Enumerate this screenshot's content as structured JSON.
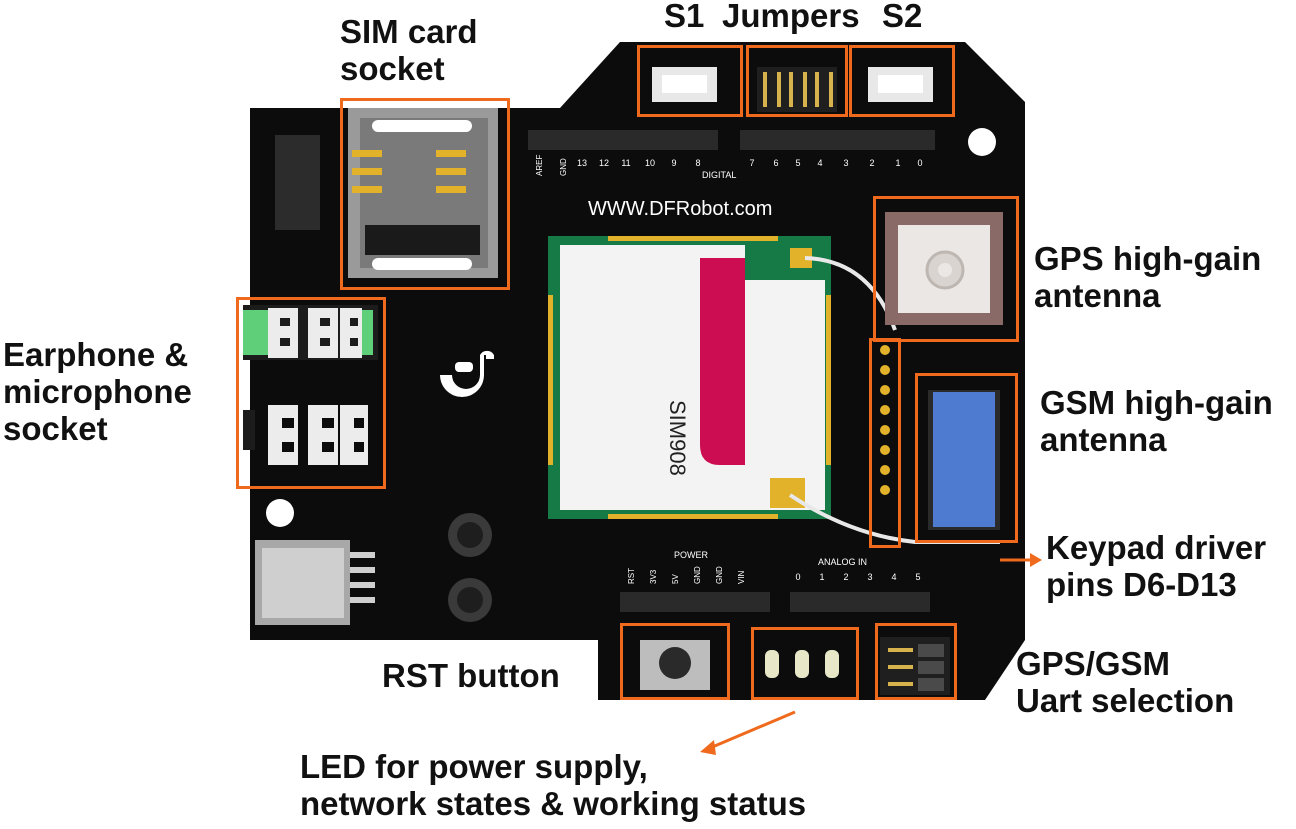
{
  "labels": {
    "sim": "SIM card\nsocket",
    "s1": "S1",
    "jumpers": "Jumpers",
    "s2": "S2",
    "gps": "GPS high-gain\nantenna",
    "gsm": "GSM high-gain\nantenna",
    "keypad": "Keypad driver\npins D6-D13",
    "earphone": "Earphone &\nmicrophone\nsocket",
    "rst": "RST button",
    "uart": "GPS/GSM\nUart selection",
    "led": "LED for power supply,\nnetwork states & working status"
  },
  "board": {
    "website": "WWW.DFRobot.com",
    "module": "SIM908",
    "digital_label": "DIGITAL",
    "digital_pins": [
      "AREF",
      "GND",
      "13",
      "12",
      "11",
      "10",
      "9",
      "8",
      "7",
      "6",
      "5",
      "4",
      "3",
      "2",
      "1",
      "0"
    ],
    "power_label": "POWER",
    "power_pins": [
      "RST",
      "3V3",
      "5V",
      "GND",
      "GND",
      "VIN"
    ],
    "analog_label": "ANALOG IN",
    "analog_pins": [
      "0",
      "1",
      "2",
      "3",
      "4",
      "5"
    ]
  },
  "colors": {
    "board": "#0c0c0c",
    "highlight": "#ef6a1c",
    "module_pcb": "#157a45",
    "brand": "#cc0d52",
    "gsm_antenna": "#4e7bd0",
    "gps_antenna": "#8a6a66"
  }
}
